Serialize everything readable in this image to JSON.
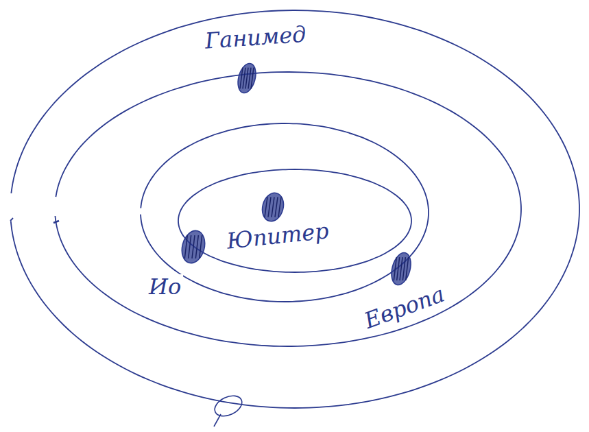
{
  "diagram": {
    "labels": [
      "Ганимед",
      "Юпитер",
      "Ио",
      "Европа"
    ]
  }
}
